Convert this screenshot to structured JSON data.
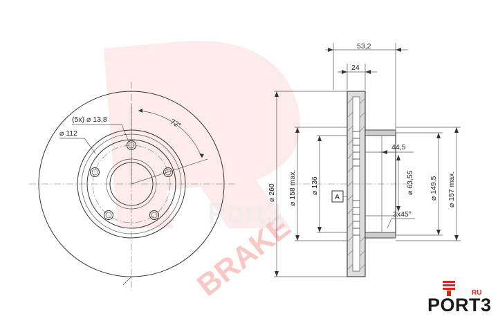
{
  "watermark": {
    "brand_mark": "R",
    "brand_text": "BRAKE",
    "faint_text": "Port3",
    "faint_suffix": "RU",
    "color": "#e8392c"
  },
  "front_view": {
    "bolt_hole": "(5x) ⌀ 13,8",
    "bolt_circle": "⌀ 112",
    "bolt_angle": "72°"
  },
  "section_view": {
    "total_thickness": "53,2",
    "disc_thickness": "24",
    "outer_diameter": "⌀ 260",
    "friction_diameter": "⌀ 158 max.",
    "inner_friction_diameter": "⌀ 136",
    "datum_label": "A",
    "hat_depth": "44,5",
    "center_bore": "⌀ 63,55",
    "hat_outer": "⌀ 149,5",
    "hat_diameter": "⌀ 157 max.",
    "chamfer": "3x45°"
  },
  "logo": {
    "text": "PORT3",
    "suffix": "RU",
    "accent_color": "#d8261c"
  }
}
